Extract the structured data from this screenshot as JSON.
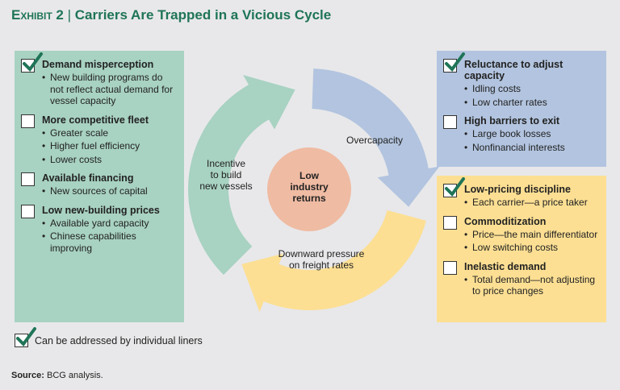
{
  "title": {
    "exhibit": "Exhibit 2",
    "separator": "|",
    "text": "Carriers Are Trapped in a Vicious Cycle"
  },
  "colors": {
    "green": "#a8d2c2",
    "blue": "#b2c4df",
    "yellow": "#fcdf93",
    "center": "#efbba3",
    "title": "#1f7457",
    "check": "#1f7457"
  },
  "cycle": {
    "center": [
      "Low",
      "industry",
      "returns"
    ],
    "green": [
      "Incentive",
      "to build",
      "new vessels"
    ],
    "blue": [
      "Overcapacity"
    ],
    "yellow": [
      "Downward pressure",
      "on freight rates"
    ]
  },
  "left_panel": [
    {
      "title": "Demand misperception",
      "checked": true,
      "bullets": [
        "New building programs do not reflect actual demand for vessel capacity"
      ]
    },
    {
      "title": "More competitive fleet",
      "checked": false,
      "bullets": [
        "Greater scale",
        "Higher fuel efficiency",
        "Lower costs"
      ]
    },
    {
      "title": "Available financing",
      "checked": false,
      "bullets": [
        "New sources of capital"
      ]
    },
    {
      "title": "Low new-building prices",
      "checked": false,
      "bullets": [
        "Available yard capacity",
        "Chinese capabilities improving"
      ]
    }
  ],
  "blue_panel": [
    {
      "title": "Reluctance to adjust capacity",
      "checked": true,
      "bullets": [
        "Idling costs",
        "Low charter rates"
      ]
    },
    {
      "title": "High barriers to exit",
      "checked": false,
      "bullets": [
        "Large book losses",
        "Nonfinancial interests"
      ]
    }
  ],
  "yellow_panel": [
    {
      "title": "Low-pricing discipline",
      "checked": true,
      "bullets": [
        "Each carrier—a price taker"
      ]
    },
    {
      "title": "Commoditization",
      "checked": false,
      "bullets": [
        "Price—the main differentiator",
        "Low switching costs"
      ]
    },
    {
      "title": "Inelastic demand",
      "checked": false,
      "bullets": [
        "Total demand—not adjusting to price changes"
      ]
    }
  ],
  "legend": {
    "label": "Can be addressed by individual liners"
  },
  "source": {
    "label": "Source:",
    "text": "BCG analysis."
  }
}
